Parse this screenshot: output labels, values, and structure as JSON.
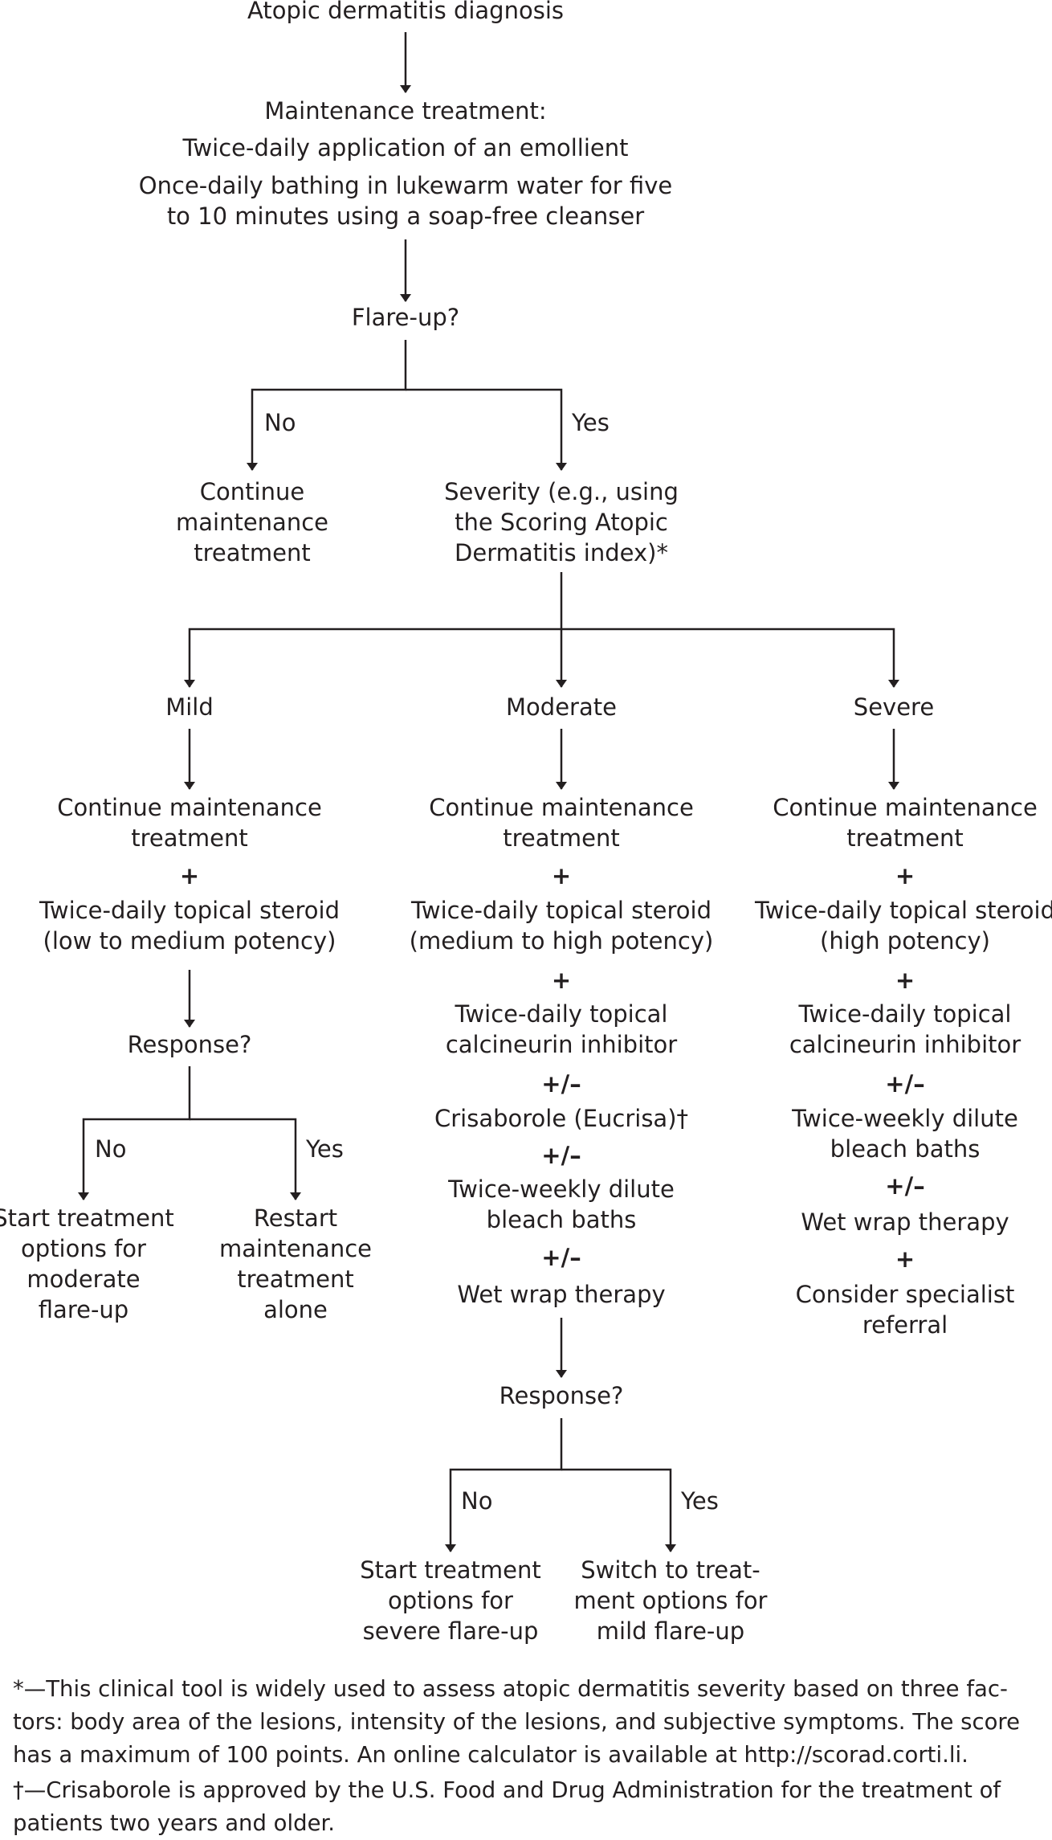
{
  "diagram": {
    "diagnosis": "Atopic dermatitis diagnosis",
    "maintenance": [
      "Maintenance treatment:",
      "Twice-daily application of an emollient",
      "Once-daily bathing in lukewarm water for five\nto 10 minutes using a soap-free cleanser"
    ],
    "flare_question": "Flare-up?",
    "no_label": "No",
    "yes_label": "Yes",
    "continue_maintenance": "Continue\nmaintenance\ntreatment",
    "severity": "Severity (e.g., using\nthe Scoring Atopic\nDermatitis index)*",
    "mild": {
      "title": "Mild",
      "steps": [
        "Continue maintenance\ntreatment",
        "+",
        "Twice-daily topical steroid\n(low to medium potency)"
      ],
      "response_question": "Response?",
      "no_outcome": "Start treatment\noptions for\nmoderate\nflare-up",
      "yes_outcome": "Restart\nmaintenance\ntreatment\nalone"
    },
    "moderate": {
      "title": "Moderate",
      "steps": [
        "Continue maintenance\ntreatment",
        "+",
        "Twice-daily topical steroid\n(medium to high potency)",
        "+",
        "Twice-daily topical\ncalcineurin inhibitor",
        "+/–",
        "Crisaborole (Eucrisa)†",
        "+/–",
        "Twice-weekly dilute\nbleach baths",
        "+/–",
        "Wet wrap therapy"
      ],
      "response_question": "Response?",
      "no_outcome": "Start treatment\noptions for\nsevere flare-up",
      "yes_outcome": "Switch to treat-\nment options for\nmild flare-up"
    },
    "severe": {
      "title": "Severe",
      "steps": [
        "Continue maintenance\ntreatment",
        "+",
        "Twice-daily topical steroid\n(high potency)",
        "+",
        "Twice-daily topical\ncalcineurin inhibitor",
        "+/–",
        "Twice-weekly dilute\nbleach baths",
        "+/–",
        "Wet wrap therapy",
        "+",
        "Consider specialist\nreferral"
      ]
    }
  },
  "footnotes": [
    "*—This clinical tool is widely used to assess atopic dermatitis severity based on three fac-\ntors: body area of the lesions, intensity of the lesions, and subjective symptoms. The score\nhas a maximum of 100 points. An online calculator is available at http://scorad.corti.li.",
    "†—Crisaborole is approved by the U.S. Food and Drug Administration for the treatment of\npatients two years and older."
  ]
}
